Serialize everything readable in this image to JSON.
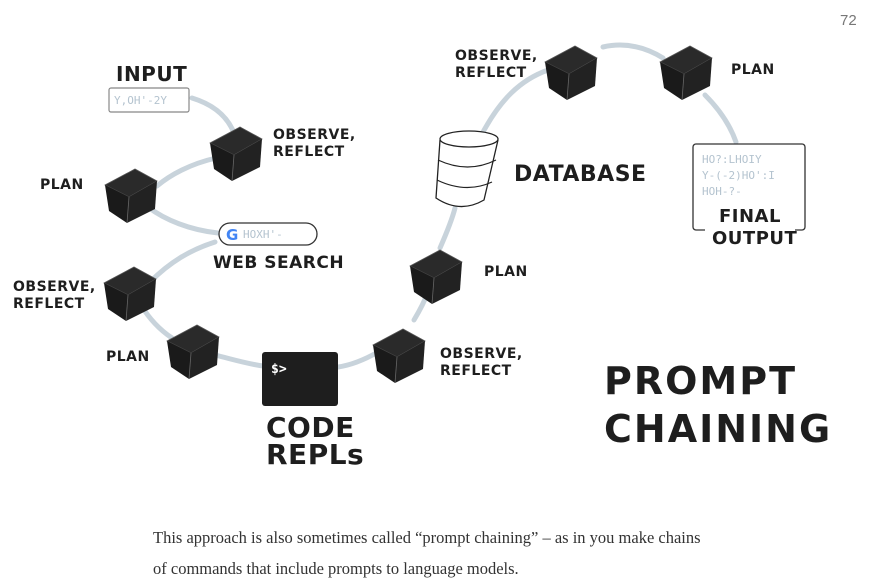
{
  "page_number": "72",
  "diagram": {
    "title_line1": "PROMPT",
    "title_line2": "CHAINING",
    "input_label": "INPUT",
    "input_box_text": "Y,OH'-2Y",
    "web_search_label": "WEB SEARCH",
    "web_search_box_text": "HOXH'-",
    "code_label_line1": "CODE",
    "code_label_line2": "REPLs",
    "terminal_prompt": "$>",
    "database_label": "DATABASE",
    "final_output_line1": "FINAL",
    "final_output_line2": "OUTPUT",
    "final_output_text": [
      "HO?:LHOIY",
      "Y-(-2)HO':I",
      "HOH-?-"
    ],
    "nodes": [
      {
        "label1": "OBSERVE,",
        "label2": "REFLECT"
      },
      {
        "label1": "PLAN",
        "label2": ""
      },
      {
        "label1": "OBSERVE,",
        "label2": "REFLECT"
      },
      {
        "label1": "PLAN",
        "label2": ""
      },
      {
        "label1": "OBSERVE,",
        "label2": "REFLECT"
      },
      {
        "label1": "PLAN",
        "label2": ""
      },
      {
        "label1": "OBSERVE,",
        "label2": "REFLECT"
      },
      {
        "label1": "PLAN",
        "label2": ""
      }
    ],
    "google_colors": {
      "blue": "#4285F4",
      "red": "#EA4335",
      "yellow": "#FBBC05",
      "green": "#34A853"
    },
    "connector_color": "#c8d3db",
    "cube_color": "#1e1e1e"
  },
  "caption": "This approach is also sometimes called “prompt chaining” – as in you make chains of commands that include prompts to language models."
}
